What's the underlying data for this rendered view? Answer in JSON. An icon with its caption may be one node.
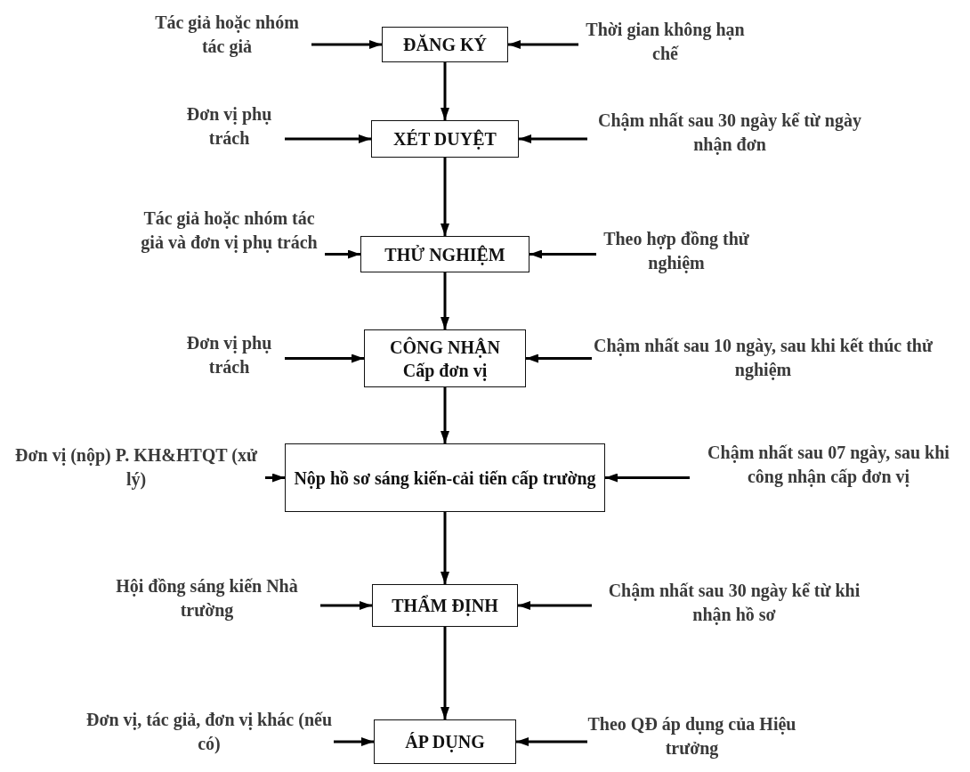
{
  "diagram": {
    "nodes": [
      {
        "text": [
          "Tác giả hoặc nhóm tác giả"
        ]
      },
      {
        "text": [
          "ĐĂNG KÝ"
        ]
      },
      {
        "text": [
          "Thời gian không hạn chế"
        ]
      },
      {
        "text": [
          "Đơn vị phụ trách"
        ]
      },
      {
        "text": [
          "XÉT DUYỆT"
        ]
      },
      {
        "text": [
          "Chậm nhất sau 30 ngày kể từ ngày nhận đơn"
        ]
      },
      {
        "text": [
          "Tác giả hoặc nhóm tác giả và đơn vị phụ trách"
        ]
      },
      {
        "text": [
          "THỬ NGHIỆM"
        ]
      },
      {
        "text": [
          "Theo hợp đồng thử nghiệm"
        ]
      },
      {
        "text": [
          "Đơn vị phụ trách"
        ]
      },
      {
        "text": [
          "CÔNG NHẬN",
          "Cấp đơn vị"
        ]
      },
      {
        "text": [
          "Chậm nhất sau 10 ngày, sau khi kết thúc thử nghiệm"
        ]
      },
      {
        "text": [
          "Đơn vị (nộp) P. KH&HTQT (xử lý)"
        ]
      },
      {
        "text": [
          "Nộp hồ sơ sáng kiến-cải tiến cấp trường"
        ]
      },
      {
        "text": [
          "Chậm nhất sau 07 ngày, sau khi công nhận cấp đơn vị"
        ]
      },
      {
        "text": [
          "Hội đồng sáng kiến Nhà trường"
        ]
      },
      {
        "text": [
          "THẨM ĐỊNH"
        ]
      },
      {
        "text": [
          "Chậm nhất sau 30 ngày kể từ khi nhận hồ sơ"
        ]
      },
      {
        "text": [
          "Đơn vị, tác giả, đơn vị khác (nếu có)"
        ]
      },
      {
        "text": [
          "ÁP DỤNG"
        ]
      },
      {
        "text": [
          "Theo QĐ áp dụng của Hiệu trưởng"
        ]
      }
    ],
    "edges": [
      {
        "from": 0,
        "to": 1,
        "arrow": "to"
      },
      {
        "from": 2,
        "to": 1,
        "arrow": "to"
      },
      {
        "from": 1,
        "to": 4,
        "arrow": "to"
      },
      {
        "from": 3,
        "to": 4,
        "arrow": "to"
      },
      {
        "from": 5,
        "to": 4,
        "arrow": "to"
      },
      {
        "from": 4,
        "to": 7,
        "arrow": "to"
      },
      {
        "from": 6,
        "to": 7,
        "arrow": "to"
      },
      {
        "from": 8,
        "to": 7,
        "arrow": "to"
      },
      {
        "from": 7,
        "to": 10,
        "arrow": "to"
      },
      {
        "from": 9,
        "to": 10,
        "arrow": "to"
      },
      {
        "from": 11,
        "to": 10,
        "arrow": "to"
      },
      {
        "from": 10,
        "to": 13,
        "arrow": "to"
      },
      {
        "from": 12,
        "to": 13,
        "arrow": "to"
      },
      {
        "from": 14,
        "to": 13,
        "arrow": "to"
      },
      {
        "from": 13,
        "to": 16,
        "arrow": "to"
      },
      {
        "from": 15,
        "to": 16,
        "arrow": "to"
      },
      {
        "from": 17,
        "to": 16,
        "arrow": "to"
      },
      {
        "from": 16,
        "to": 19,
        "arrow": "to"
      },
      {
        "from": 18,
        "to": 19,
        "arrow": "to"
      },
      {
        "from": 20,
        "to": 19,
        "arrow": "to"
      }
    ]
  }
}
